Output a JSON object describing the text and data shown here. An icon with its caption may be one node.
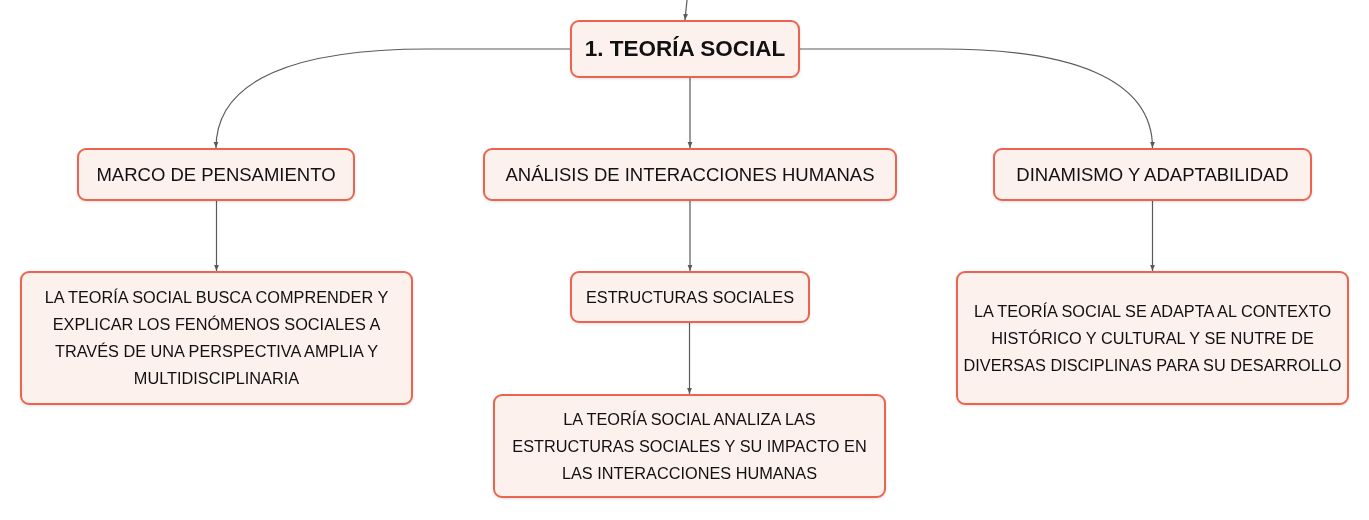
{
  "diagram": {
    "nodes": [
      {
        "text": [
          "1. TEORÍA SOCIAL"
        ]
      },
      {
        "text": [
          "MARCO DE PENSAMIENTO"
        ]
      },
      {
        "text": [
          "ANÁLISIS DE INTERACCIONES HUMANAS"
        ]
      },
      {
        "text": [
          "DINAMISMO Y ADAPTABILIDAD"
        ]
      },
      {
        "text": [
          "LA TEORÍA SOCIAL BUSCA COMPRENDER Y EXPLICAR LOS FENÓMENOS SOCIALES A TRAVÉS DE UNA PERSPECTIVA AMPLIA Y MULTIDISCIPLINARIA"
        ]
      },
      {
        "text": [
          "ESTRUCTURAS SOCIALES"
        ]
      },
      {
        "text": [
          "LA TEORÍA SOCIAL ANALIZA LAS ESTRUCTURAS SOCIALES Y SU IMPACTO EN LAS INTERACCIONES HUMANAS"
        ]
      },
      {
        "text": [
          "LA TEORÍA SOCIAL SE ADAPTA AL CONTEXTO HISTÓRICO Y CULTURAL Y SE NUTRE DE DIVERSAS DISCIPLINAS PARA SU DESARROLLO"
        ]
      }
    ],
    "edges": [
      {
        "from": null,
        "to": 0,
        "arrow": "to"
      },
      {
        "from": 0,
        "to": 1,
        "arrow": "to"
      },
      {
        "from": 0,
        "to": 2,
        "arrow": "to"
      },
      {
        "from": 0,
        "to": 3,
        "arrow": "to"
      },
      {
        "from": 1,
        "to": 4,
        "arrow": "to"
      },
      {
        "from": 2,
        "to": 5,
        "arrow": "to"
      },
      {
        "from": 5,
        "to": 6,
        "arrow": "to"
      },
      {
        "from": 3,
        "to": 7,
        "arrow": "to"
      }
    ]
  }
}
